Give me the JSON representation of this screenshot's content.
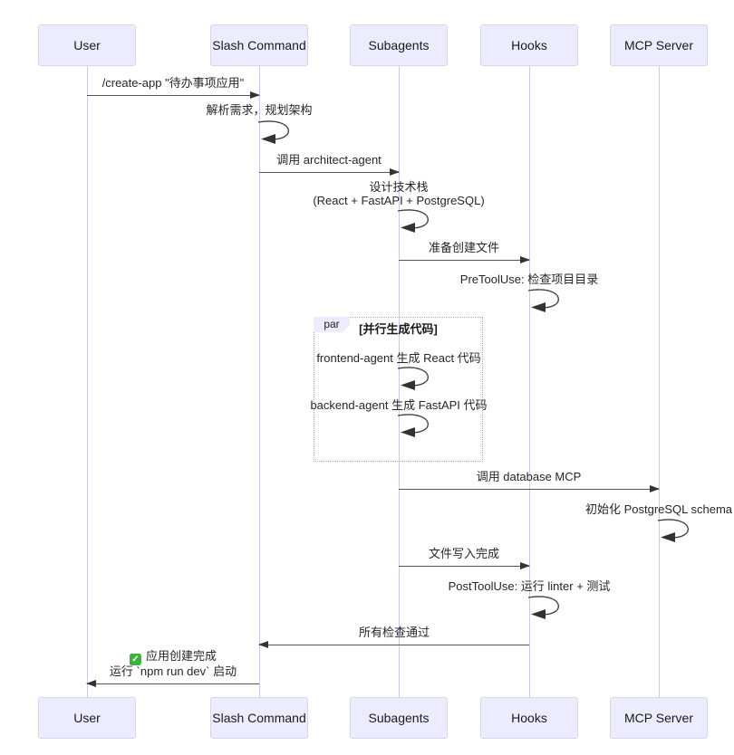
{
  "diagram_type": "sequence-diagram",
  "colors": {
    "background": "#ffffff",
    "actor_fill": "#ececff",
    "actor_border": "#d9d3f2",
    "lifeline": "#cfc6ec",
    "message_line": "#545454",
    "arrowhead": "#333333",
    "text": "#262626",
    "par_border": "#a6a6c8",
    "check_icon_green": "#3cb43c"
  },
  "actors": [
    {
      "name": "User"
    },
    {
      "name": "Slash Command"
    },
    {
      "name": "Subagents"
    },
    {
      "name": "Hooks"
    },
    {
      "name": "MCP Server"
    }
  ],
  "messages": [
    {
      "from": "User",
      "to": "Slash Command",
      "label": "/create-app \"待办事项应用\""
    },
    {
      "from": "Slash Command",
      "to": "Slash Command",
      "self": true,
      "label": "解析需求，规划架构"
    },
    {
      "from": "Slash Command",
      "to": "Subagents",
      "label": "调用 architect-agent"
    },
    {
      "from": "Subagents",
      "to": "Subagents",
      "self": true,
      "label_line1": "设计技术栈",
      "label_line2": "(React + FastAPI + PostgreSQL)"
    },
    {
      "from": "Subagents",
      "to": "Hooks",
      "label": "准备创建文件"
    },
    {
      "from": "Hooks",
      "to": "Hooks",
      "self": true,
      "label": "PreToolUse: 检查项目目录"
    },
    {
      "from": "Subagents",
      "to": "Subagents",
      "self": true,
      "in_par": true,
      "label": "frontend-agent 生成 React 代码"
    },
    {
      "from": "Subagents",
      "to": "Subagents",
      "self": true,
      "in_par": true,
      "label": "backend-agent 生成 FastAPI 代码"
    },
    {
      "from": "Subagents",
      "to": "MCP Server",
      "label": "调用 database MCP"
    },
    {
      "from": "MCP Server",
      "to": "MCP Server",
      "self": true,
      "label": "初始化 PostgreSQL schema"
    },
    {
      "from": "Subagents",
      "to": "Hooks",
      "label": "文件写入完成"
    },
    {
      "from": "Hooks",
      "to": "Hooks",
      "self": true,
      "label": "PostToolUse: 运行 linter + 测试"
    },
    {
      "from": "Hooks",
      "to": "Slash Command",
      "label": "所有检查通过"
    },
    {
      "from": "Slash Command",
      "to": "User",
      "icon": "check-mark",
      "icon_glyph": "✓",
      "label_line1": "应用创建完成",
      "label_line2": "运行 `npm run dev` 启动"
    }
  ],
  "par_block": {
    "tag": "par",
    "title": "[并行生成代码]"
  }
}
